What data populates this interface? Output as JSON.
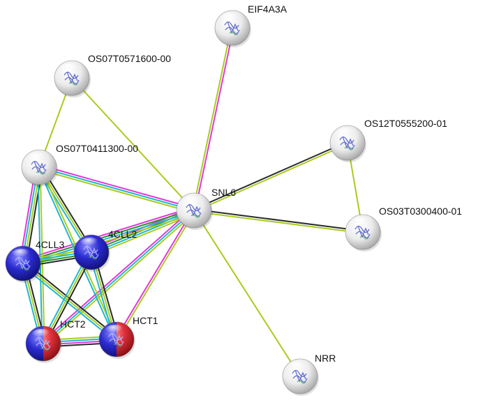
{
  "network": {
    "colors": {
      "textmining": "#a8cc1e",
      "coexpression": "#2a2a2a",
      "experiments": "#e236d8",
      "database": "#20b6cc",
      "neighborhood": "#2c8f2c",
      "cluster_blue": "#2020c8",
      "cluster_red": "#e0202a",
      "cluster_white": "#e6e6e6"
    },
    "nodes": [
      {
        "id": "EIF4A3A",
        "label": "EIF4A3A",
        "fill": "white",
        "icon": "protein-structure-icon"
      },
      {
        "id": "OS07T0571600-00",
        "label": "OS07T0571600-00",
        "fill": "white",
        "icon": "protein-structure-icon"
      },
      {
        "id": "OS12T0555200-01",
        "label": "OS12T0555200-01",
        "fill": "white",
        "icon": "protein-structure-icon"
      },
      {
        "id": "OS07T0411300-00",
        "label": "OS07T0411300-00",
        "fill": "white",
        "icon": "protein-structure-icon"
      },
      {
        "id": "SNL6",
        "label": "SNL6",
        "fill": "white",
        "icon": "protein-structure-icon"
      },
      {
        "id": "OS03T0300400-01",
        "label": "OS03T0300400-01",
        "fill": "white",
        "icon": "protein-structure-icon"
      },
      {
        "id": "4CLL2",
        "label": "4CLL2",
        "fill": "blue",
        "icon": "protein-structure-icon"
      },
      {
        "id": "4CLL3",
        "label": "4CLL3",
        "fill": "blue",
        "icon": "protein-structure-icon"
      },
      {
        "id": "HCT1",
        "label": "HCT1",
        "fill": "blue-red",
        "icon": "protein-structure-icon"
      },
      {
        "id": "HCT2",
        "label": "HCT2",
        "fill": "blue-red",
        "icon": "protein-structure-icon"
      },
      {
        "id": "NRR",
        "label": "NRR",
        "fill": "white",
        "icon": "protein-structure-icon"
      }
    ],
    "edges": [
      {
        "source": "SNL6",
        "target": "EIF4A3A",
        "types": [
          "textmining",
          "experiments"
        ]
      },
      {
        "source": "SNL6",
        "target": "OS07T0571600-00",
        "types": [
          "textmining"
        ]
      },
      {
        "source": "SNL6",
        "target": "OS12T0555200-01",
        "types": [
          "coexpression",
          "textmining"
        ]
      },
      {
        "source": "SNL6",
        "target": "OS03T0300400-01",
        "types": [
          "coexpression",
          "textmining"
        ]
      },
      {
        "source": "SNL6",
        "target": "NRR",
        "types": [
          "textmining"
        ]
      },
      {
        "source": "SNL6",
        "target": "OS07T0411300-00",
        "types": [
          "textmining",
          "database",
          "experiments"
        ]
      },
      {
        "source": "SNL6",
        "target": "4CLL2",
        "types": [
          "textmining",
          "database",
          "neighborhood",
          "experiments"
        ]
      },
      {
        "source": "SNL6",
        "target": "4CLL3",
        "types": [
          "textmining",
          "database",
          "neighborhood",
          "experiments"
        ]
      },
      {
        "source": "SNL6",
        "target": "HCT1",
        "types": [
          "textmining",
          "experiments"
        ]
      },
      {
        "source": "SNL6",
        "target": "HCT2",
        "types": [
          "textmining",
          "database",
          "experiments"
        ]
      },
      {
        "source": "OS12T0555200-01",
        "target": "OS03T0300400-01",
        "types": [
          "textmining"
        ]
      },
      {
        "source": "OS07T0571600-00",
        "target": "OS07T0411300-00",
        "types": [
          "textmining"
        ]
      },
      {
        "source": "OS07T0411300-00",
        "target": "4CLL3",
        "types": [
          "coexpression",
          "textmining",
          "database",
          "experiments"
        ]
      },
      {
        "source": "OS07T0411300-00",
        "target": "4CLL2",
        "types": [
          "coexpression",
          "textmining",
          "database"
        ]
      },
      {
        "source": "OS07T0411300-00",
        "target": "HCT1",
        "types": [
          "textmining",
          "database"
        ]
      },
      {
        "source": "OS07T0411300-00",
        "target": "HCT2",
        "types": [
          "textmining",
          "database"
        ]
      },
      {
        "source": "4CLL3",
        "target": "4CLL2",
        "types": [
          "textmining",
          "database",
          "neighborhood",
          "coexpression"
        ]
      },
      {
        "source": "4CLL3",
        "target": "HCT2",
        "types": [
          "coexpression",
          "textmining",
          "database"
        ]
      },
      {
        "source": "4CLL3",
        "target": "HCT1",
        "types": [
          "coexpression",
          "textmining",
          "database"
        ]
      },
      {
        "source": "4CLL2",
        "target": "HCT2",
        "types": [
          "coexpression",
          "textmining",
          "database"
        ]
      },
      {
        "source": "4CLL2",
        "target": "HCT1",
        "types": [
          "coexpression",
          "textmining",
          "database"
        ]
      },
      {
        "source": "HCT2",
        "target": "HCT1",
        "types": [
          "textmining",
          "database",
          "experiments",
          "coexpression"
        ]
      }
    ]
  }
}
